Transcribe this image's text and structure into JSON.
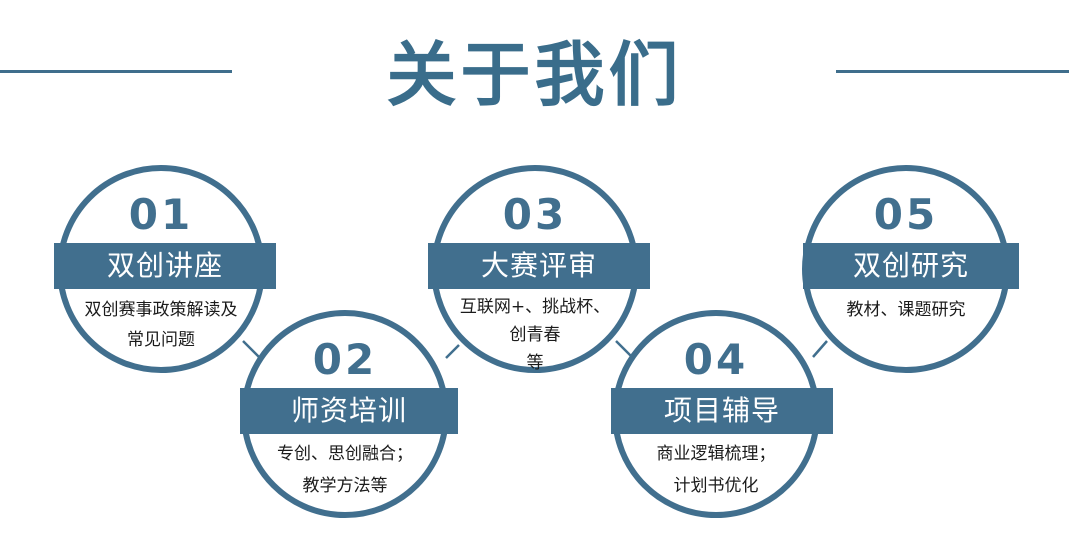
{
  "page": {
    "title": "关于我们",
    "accent_color": "#416f8e"
  },
  "items": [
    {
      "number": "01",
      "label": "双创讲座",
      "desc_line1": "双创赛事政策解读及",
      "desc_line2": "常见问题",
      "desc_line3": ""
    },
    {
      "number": "02",
      "label": "师资培训",
      "desc_line1": "专创、思创融合；",
      "desc_line2": "教学方法等",
      "desc_line3": ""
    },
    {
      "number": "03",
      "label": "大赛评审",
      "desc_line1": "互联网+、挑战杯、",
      "desc_line2": "创青春",
      "desc_line3": "等"
    },
    {
      "number": "04",
      "label": "项目辅导",
      "desc_line1": "商业逻辑梳理；",
      "desc_line2": "计划书优化",
      "desc_line3": ""
    },
    {
      "number": "05",
      "label": "双创研究",
      "desc_line1": "教材、课题研究",
      "desc_line2": "",
      "desc_line3": ""
    }
  ]
}
